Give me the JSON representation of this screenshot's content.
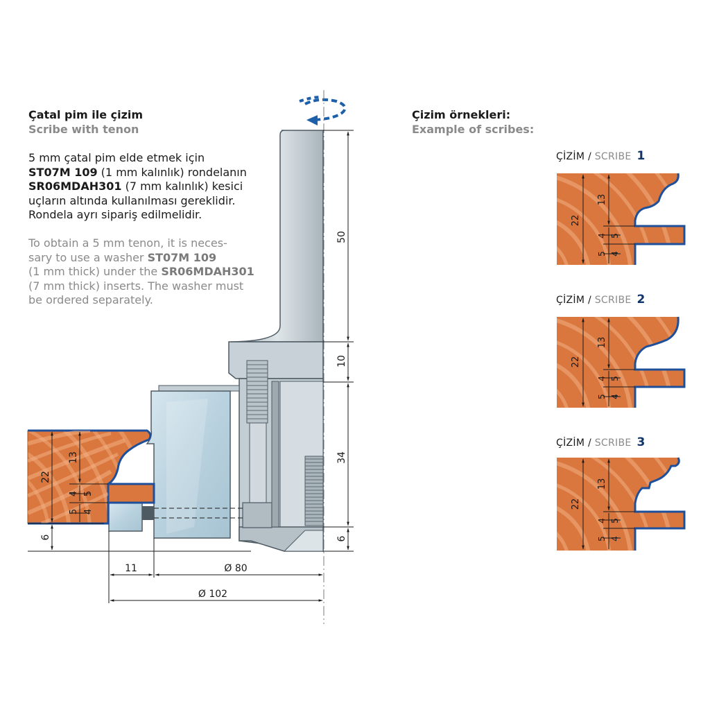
{
  "left": {
    "title_tr": "Çatal pim ile çizim",
    "title_en": "Scribe with tenon",
    "para_tr": {
      "t1": "5 mm çatal pim elde etmek için",
      "b1": "ST07M 109",
      "t2": " (1 mm kalınlık) rondelanın",
      "b2": "SR06MDAH301",
      "t3": " (7 mm kalınlık) kesici",
      "t4": "uçların altında kullanılması gereklidir.",
      "t5": "Rondela ayrı sipariş edilmelidir."
    },
    "para_en": {
      "t1": "To obtain a 5 mm tenon, it is neces-",
      "t2": "sary to use a washer ",
      "b1": "ST07M 109",
      "t3": "(1 mm thick) under the ",
      "b2": "SR06MDAH301",
      "t4": "(7 mm thick) inserts. The washer must",
      "t5": "be ordered separately."
    }
  },
  "right": {
    "title_tr": "Çizim örnekleri:",
    "title_en": "Example of scribes:"
  },
  "scribes": [
    {
      "tr": "ÇİZİM",
      "slash": " / ",
      "en": "SCRIBE",
      "num": "1"
    },
    {
      "tr": "ÇİZİM",
      "slash": " / ",
      "en": "SCRIBE",
      "num": "2"
    },
    {
      "tr": "ÇİZİM",
      "slash": " / ",
      "en": "SCRIBE",
      "num": "3"
    }
  ],
  "dimensions": {
    "main": {
      "d50": "50",
      "d10": "10",
      "d34": "34",
      "d6_right": "6",
      "d6_left": "6",
      "d11": "11",
      "d80": "Ø 80",
      "d102": "Ø 102"
    },
    "profile": {
      "d22": "22",
      "d13": "13",
      "d4a": "4",
      "d5a": "5",
      "d5b": "5",
      "d4b": "4"
    }
  },
  "colors": {
    "wood": "#d9773f",
    "wood_ring": "#f0a978",
    "profile_edge": "#1d4f9a",
    "steel": "#c3cdd4",
    "steel_dark": "#7f8c95",
    "blue_glass": "#c2d9e4",
    "rotation_arrow": "#1d5fa8"
  }
}
